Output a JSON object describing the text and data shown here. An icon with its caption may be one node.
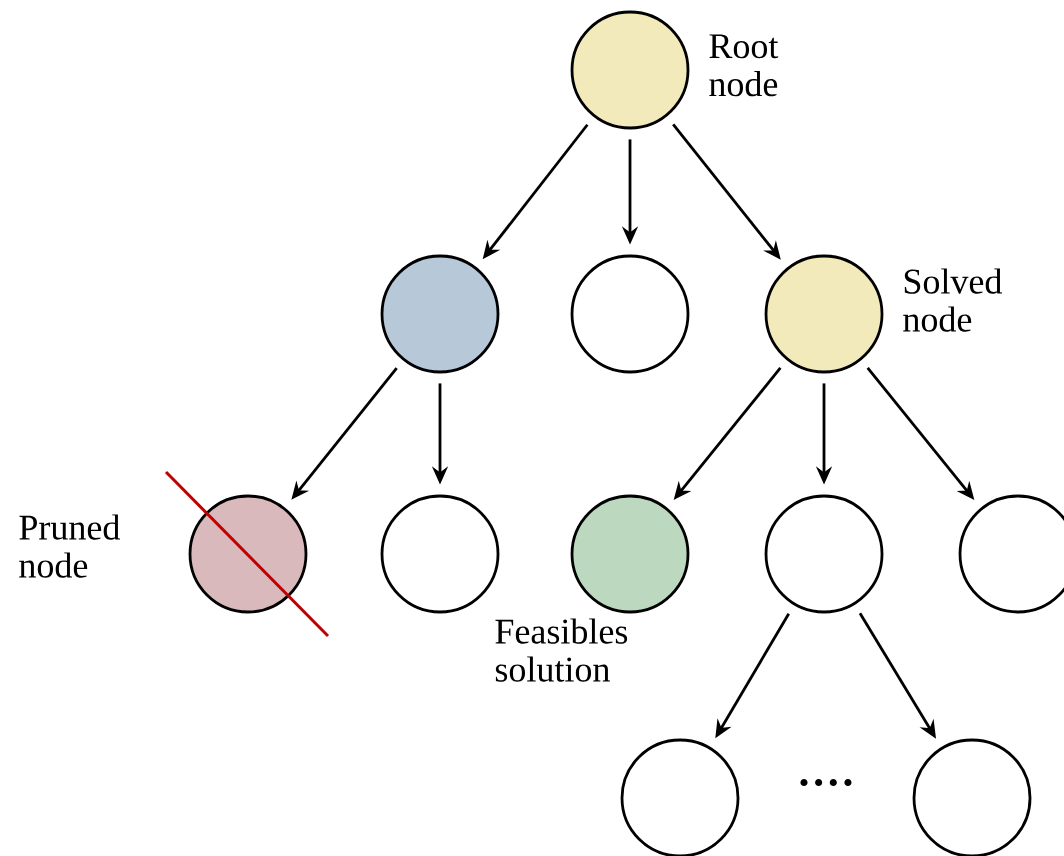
{
  "diagram": {
    "nodes": [
      {
        "text": [],
        "shape": "circle",
        "beside": [
          "Root node"
        ]
      },
      {
        "text": [],
        "shape": "circle"
      },
      {
        "text": [],
        "shape": "circle"
      },
      {
        "text": [],
        "shape": "circle",
        "beside": [
          "Solved node"
        ]
      },
      {
        "text": [],
        "shape": "circle",
        "beside": [
          "Pruned node"
        ]
      },
      {
        "text": [],
        "shape": "circle"
      },
      {
        "text": [],
        "shape": "circle",
        "beside": [
          "Feasibles solution"
        ]
      },
      {
        "text": [],
        "shape": "circle"
      },
      {
        "text": [],
        "shape": "circle"
      },
      {
        "text": [],
        "shape": "circle"
      },
      {
        "text": [],
        "shape": "circle"
      }
    ],
    "edges": [
      {
        "from": 0,
        "to": 1,
        "arrow": "to"
      },
      {
        "from": 0,
        "to": 2,
        "arrow": "to"
      },
      {
        "from": 0,
        "to": 3,
        "arrow": "to"
      },
      {
        "from": 1,
        "to": 4,
        "arrow": "to"
      },
      {
        "from": 1,
        "to": 5,
        "arrow": "to"
      },
      {
        "from": 3,
        "to": 6,
        "arrow": "to"
      },
      {
        "from": 3,
        "to": 7,
        "arrow": "to"
      },
      {
        "from": 3,
        "to": 8,
        "arrow": "to"
      },
      {
        "from": 7,
        "to": 9,
        "arrow": "to"
      },
      {
        "from": 7,
        "to": 10,
        "arrow": "to"
      }
    ],
    "labels": [
      "····"
    ]
  }
}
